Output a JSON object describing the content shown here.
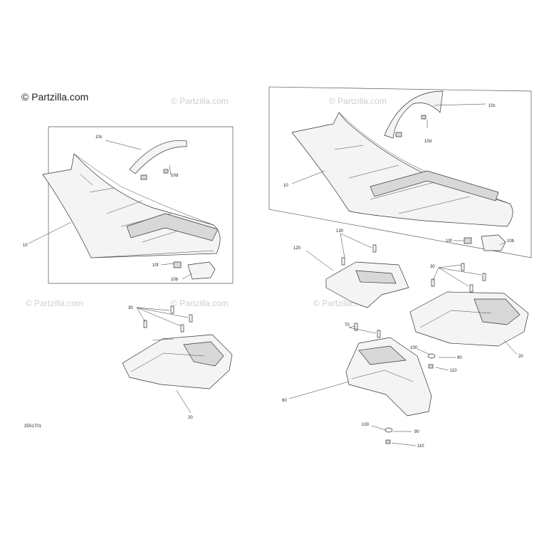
{
  "header": {
    "brand": "© Partzilla.com"
  },
  "watermark": {
    "text": "© Partzilla.com"
  },
  "diagram": {
    "code": "25S1701",
    "callouts": {
      "l_10c": "10c",
      "l_10d": "10d",
      "l_10": "10",
      "l_10f": "10f",
      "l_10b": "10b",
      "l_30": "30",
      "l_20": "20",
      "r_10c": "10c",
      "r_10d": "10d",
      "r_10": "10",
      "r_10f": "10f",
      "r_10b": "10b",
      "r_130": "130",
      "r_120": "120",
      "r_30": "30",
      "r_20": "20",
      "r_70": "70",
      "r_100a": "100",
      "r_90a": "90",
      "r_110a": "110",
      "r_60": "60",
      "r_100b": "100",
      "r_90b": "90",
      "r_110b": "110"
    }
  }
}
